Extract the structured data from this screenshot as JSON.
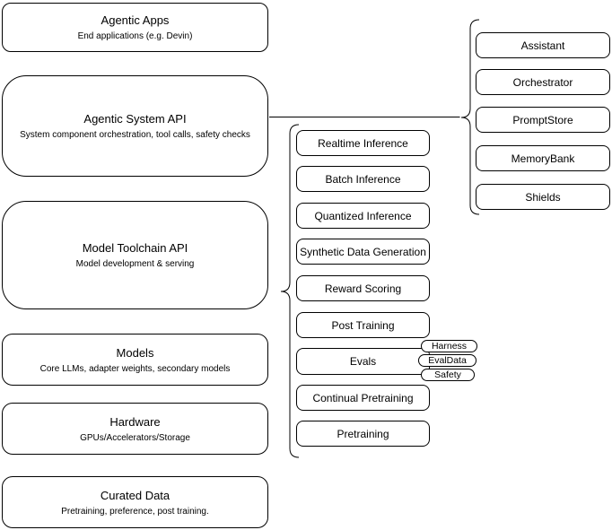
{
  "diagram": {
    "stroke_color": "#000000",
    "fill_color": "#ffffff",
    "text_color": "#000000"
  },
  "left_stack": [
    {
      "title": "Agentic Apps",
      "subtitle": "End applications (e.g. Devin)"
    },
    {
      "title": "Agentic System API",
      "subtitle": "System component orchestration, tool calls, safety checks"
    },
    {
      "title": "Model Toolchain API",
      "subtitle": "Model development & serving"
    },
    {
      "title": "Models",
      "subtitle": "Core LLMs, adapter weights, secondary models"
    },
    {
      "title": "Hardware",
      "subtitle": "GPUs/Accelerators/Storage"
    },
    {
      "title": "Curated Data",
      "subtitle": "Pretraining, preference, post training."
    }
  ],
  "toolchain_items": [
    "Realtime Inference",
    "Batch Inference",
    "Quantized Inference",
    "Synthetic Data Generation",
    "Reward Scoring",
    "Post Training",
    "Evals",
    "Continual Pretraining",
    "Pretraining"
  ],
  "eval_tags": [
    "Harness",
    "EvalData",
    "Safety"
  ],
  "system_components": [
    "Assistant",
    "Orchestrator",
    "PromptStore",
    "MemoryBank",
    "Shields"
  ]
}
